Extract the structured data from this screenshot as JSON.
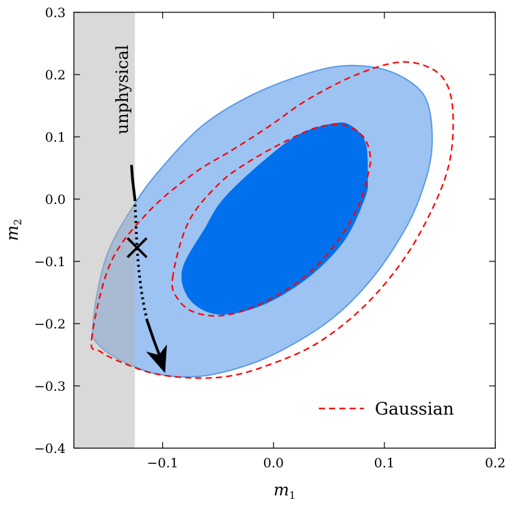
{
  "chart_data": {
    "type": "contour",
    "xlabel": "m",
    "xlabel_sub": "1",
    "ylabel": "m",
    "ylabel_sub": "2",
    "xlim": [
      -0.18,
      0.2
    ],
    "ylim": [
      -0.4,
      0.3
    ],
    "xticks": [
      -0.1,
      0.0,
      0.1,
      0.2
    ],
    "xtick_labels": [
      "−0.1",
      "0.0",
      "0.1",
      "0.2"
    ],
    "yticks": [
      -0.4,
      -0.3,
      -0.2,
      -0.1,
      0.0,
      0.1,
      0.2,
      0.3
    ],
    "ytick_labels": [
      "−0.4",
      "−0.3",
      "−0.2",
      "−0.1",
      "0.0",
      "0.1",
      "0.2",
      "0.3"
    ],
    "grid": false,
    "legend": {
      "placement": "lower-right",
      "entries": [
        {
          "name": "Gaussian",
          "style": "dashed",
          "color": "#ff0000"
        }
      ]
    },
    "unphysical_region": {
      "label": "unphysical",
      "x_range": [
        -0.18,
        -0.125
      ],
      "color": "#d9d9d9"
    },
    "contours": [
      {
        "level": "outer",
        "fill": "#9dc3f3",
        "stroke": "#5b9ae6",
        "points": [
          [
            -0.163,
            -0.204
          ],
          [
            -0.151,
            -0.094
          ],
          [
            -0.125,
            -0.007
          ],
          [
            -0.098,
            0.056
          ],
          [
            -0.064,
            0.118
          ],
          [
            -0.023,
            0.164
          ],
          [
            0.024,
            0.198
          ],
          [
            0.063,
            0.214
          ],
          [
            0.1,
            0.208
          ],
          [
            0.128,
            0.182
          ],
          [
            0.14,
            0.148
          ],
          [
            0.143,
            0.087
          ],
          [
            0.137,
            0.03
          ],
          [
            0.121,
            -0.041
          ],
          [
            0.09,
            -0.125
          ],
          [
            0.052,
            -0.193
          ],
          [
            0.004,
            -0.246
          ],
          [
            -0.035,
            -0.273
          ],
          [
            -0.07,
            -0.285
          ],
          [
            -0.105,
            -0.281
          ],
          [
            -0.133,
            -0.263
          ],
          [
            -0.156,
            -0.237
          ]
        ]
      },
      {
        "level": "inner",
        "fill": "#0070ec",
        "stroke": "none",
        "points": [
          [
            -0.082,
            -0.111
          ],
          [
            -0.062,
            -0.047
          ],
          [
            -0.045,
            0.001
          ],
          [
            -0.01,
            0.06
          ],
          [
            0.023,
            0.104
          ],
          [
            0.055,
            0.122
          ],
          [
            0.07,
            0.118
          ],
          [
            0.083,
            0.091
          ],
          [
            0.085,
            0.036
          ],
          [
            0.083,
            0.004
          ],
          [
            0.065,
            -0.064
          ],
          [
            0.035,
            -0.121
          ],
          [
            -0.002,
            -0.164
          ],
          [
            -0.036,
            -0.184
          ],
          [
            -0.06,
            -0.181
          ],
          [
            -0.078,
            -0.155
          ]
        ]
      }
    ],
    "gaussian_contours": [
      [
        [
          -0.164,
          -0.225
        ],
        [
          -0.147,
          -0.103
        ],
        [
          -0.113,
          -0.021
        ],
        [
          -0.072,
          0.041
        ],
        [
          -0.037,
          0.079
        ],
        [
          -0.003,
          0.118
        ],
        [
          0.031,
          0.16
        ],
        [
          0.075,
          0.2
        ],
        [
          0.114,
          0.22
        ],
        [
          0.142,
          0.21
        ],
        [
          0.157,
          0.182
        ],
        [
          0.162,
          0.132
        ],
        [
          0.159,
          0.062
        ],
        [
          0.146,
          -0.005
        ],
        [
          0.12,
          -0.09
        ],
        [
          0.083,
          -0.17
        ],
        [
          0.038,
          -0.233
        ],
        [
          -0.01,
          -0.27
        ],
        [
          -0.043,
          -0.285
        ],
        [
          -0.076,
          -0.287
        ],
        [
          -0.108,
          -0.28
        ],
        [
          -0.136,
          -0.263
        ],
        [
          -0.156,
          -0.245
        ]
      ],
      [
        [
          -0.091,
          -0.127
        ],
        [
          -0.077,
          -0.038
        ],
        [
          -0.05,
          0.023
        ],
        [
          -0.024,
          0.058
        ],
        [
          0.011,
          0.093
        ],
        [
          0.041,
          0.116
        ],
        [
          0.065,
          0.118
        ],
        [
          0.081,
          0.1
        ],
        [
          0.087,
          0.073
        ],
        [
          0.086,
          0.045
        ],
        [
          0.076,
          -0.014
        ],
        [
          0.052,
          -0.081
        ],
        [
          0.023,
          -0.132
        ],
        [
          -0.015,
          -0.171
        ],
        [
          -0.046,
          -0.187
        ],
        [
          -0.071,
          -0.182
        ],
        [
          -0.086,
          -0.161
        ]
      ]
    ],
    "marker": {
      "symbol": "x",
      "x": -0.123,
      "y": -0.078
    },
    "trajectory": {
      "solid_start": [
        [
          -0.128,
          0.053
        ],
        [
          -0.127,
          0.03
        ],
        [
          -0.125,
          0.0
        ]
      ],
      "dotted": [
        [
          -0.125,
          0.0
        ],
        [
          -0.124,
          -0.04
        ],
        [
          -0.123,
          -0.078
        ],
        [
          -0.121,
          -0.12
        ],
        [
          -0.118,
          -0.16
        ],
        [
          -0.114,
          -0.195
        ]
      ],
      "solid_end": [
        [
          -0.114,
          -0.195
        ],
        [
          -0.108,
          -0.226
        ],
        [
          -0.103,
          -0.25
        ]
      ],
      "arrow_tip": [
        -0.098,
        -0.278
      ]
    }
  }
}
